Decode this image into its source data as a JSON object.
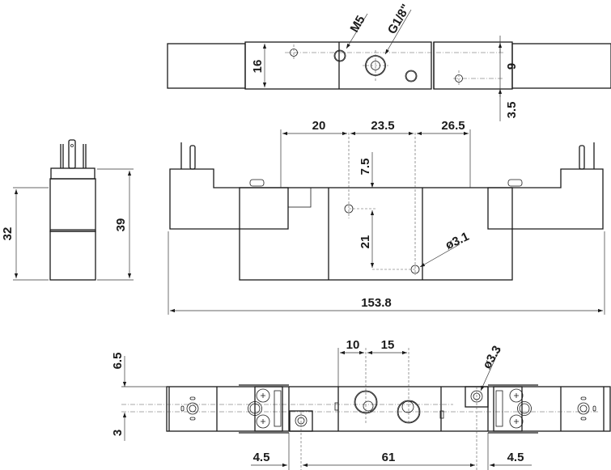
{
  "drawing": {
    "subject": "5/2 solenoid valve dimensional drawing",
    "units": "mm",
    "colors": {
      "line": "#1a1a1a",
      "background": "#ffffff"
    }
  },
  "top_view": {
    "port_thread": "M5",
    "main_port": "G1/8\"",
    "body_height": "16",
    "hole_offset": "9",
    "edge_offset": "3.5"
  },
  "side_view": {
    "coil_body_height": "32",
    "overall_height": "39"
  },
  "front_view": {
    "pitch_1": "20",
    "pitch_2": "23.5",
    "pitch_3": "26.5",
    "vertical_1": "7.5",
    "vertical_2": "21",
    "mount_hole": "ø3.1",
    "overall_length": "153.8"
  },
  "bottom_view": {
    "offset_top": "6.5",
    "offset_bottom": "3",
    "port_spacing_1": "10",
    "port_spacing_2": "15",
    "mount_hole": "ø3.3",
    "left_margin": "4.5",
    "hole_spacing": "61",
    "right_margin": "4.5"
  }
}
